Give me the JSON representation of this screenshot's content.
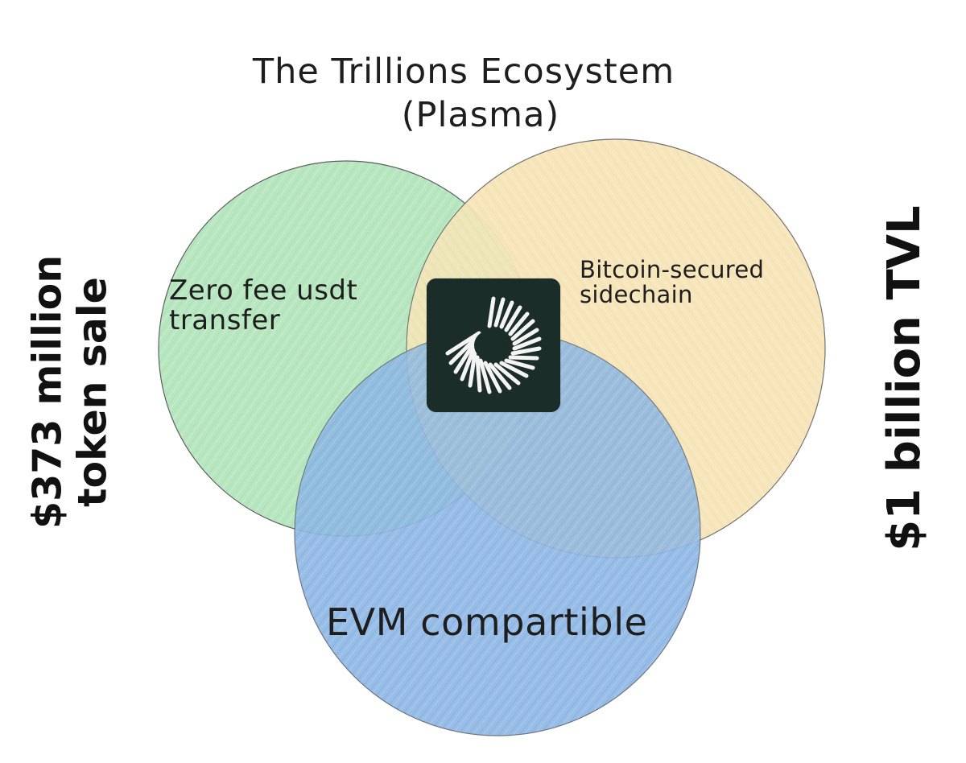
{
  "title": {
    "line1": "The Trillions Ecosystem",
    "line2": "(Plasma)"
  },
  "circles": [
    {
      "label_line1": "Zero fee usdt",
      "label_line2": "transfer",
      "fill": "#b8e7bf",
      "stroke": "#5b5b5b"
    },
    {
      "label_line1": "Bitcoin-secured",
      "label_line2": "sidechain",
      "fill": "#f7e5b7",
      "stroke": "#6e6e6e"
    },
    {
      "label_line1": "EVM compartible",
      "fill": "#8fb8e4",
      "stroke": "#5f6670"
    }
  ],
  "side_notes": {
    "left_line1": "$373 million",
    "left_line2": "token sale",
    "right": "$1 billion TVL"
  },
  "center_logo": {
    "icon": "plasma-logo-icon",
    "background": "#1b2d28"
  }
}
